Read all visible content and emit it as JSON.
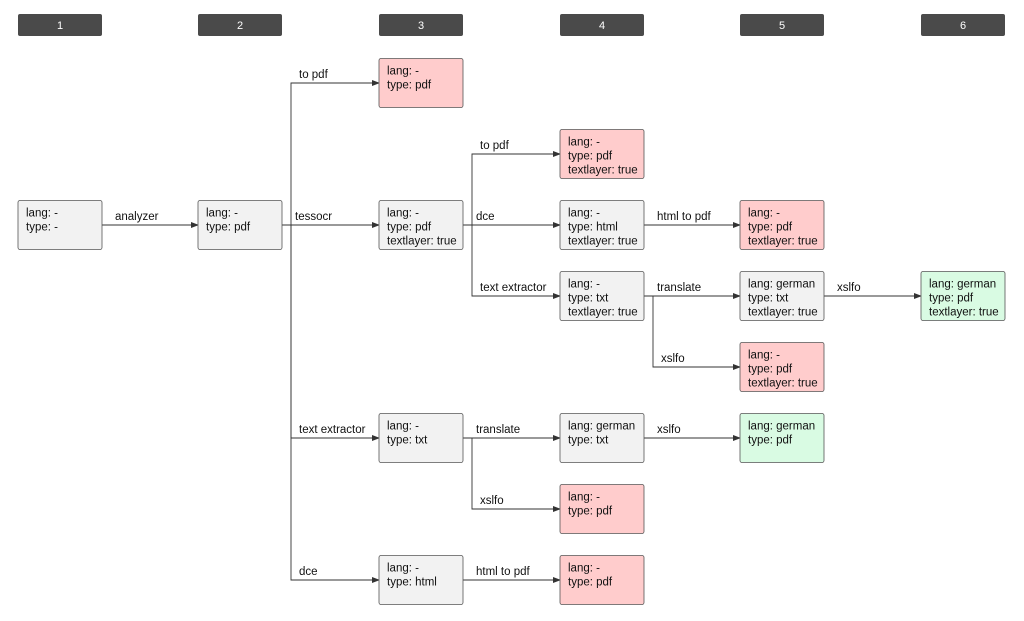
{
  "colors": {
    "header": "#4a4a4a",
    "neutral": "#f2f2f2",
    "fail": "#ffcccc",
    "success": "#d9fbe3"
  },
  "columns": [
    "1",
    "2",
    "3",
    "4",
    "5",
    "6"
  ],
  "nodes": [
    {
      "id": "n1",
      "status": "neutral",
      "lines": [
        "lang: -",
        "type: -"
      ]
    },
    {
      "id": "n2",
      "status": "neutral",
      "lines": [
        "lang: -",
        "type: pdf"
      ]
    },
    {
      "id": "n3a",
      "status": "fail",
      "lines": [
        "lang: -",
        "type: pdf"
      ]
    },
    {
      "id": "n3b",
      "status": "neutral",
      "lines": [
        "lang: -",
        "type: pdf",
        "textlayer: true"
      ]
    },
    {
      "id": "n3c",
      "status": "neutral",
      "lines": [
        "lang: -",
        "type: txt"
      ]
    },
    {
      "id": "n3d",
      "status": "neutral",
      "lines": [
        "lang: -",
        "type: html"
      ]
    },
    {
      "id": "n4a",
      "status": "fail",
      "lines": [
        "lang: -",
        "type: pdf",
        "textlayer: true"
      ]
    },
    {
      "id": "n4b",
      "status": "neutral",
      "lines": [
        "lang: -",
        "type: html",
        "textlayer: true"
      ]
    },
    {
      "id": "n4c",
      "status": "neutral",
      "lines": [
        "lang: -",
        "type: txt",
        "textlayer: true"
      ]
    },
    {
      "id": "n4d",
      "status": "neutral",
      "lines": [
        "lang: german",
        "type: txt"
      ]
    },
    {
      "id": "n4e",
      "status": "fail",
      "lines": [
        "lang: -",
        "type: pdf"
      ]
    },
    {
      "id": "n4f",
      "status": "fail",
      "lines": [
        "lang: -",
        "type: pdf"
      ]
    },
    {
      "id": "n5a",
      "status": "fail",
      "lines": [
        "lang: -",
        "type: pdf",
        "textlayer: true"
      ]
    },
    {
      "id": "n5b",
      "status": "neutral",
      "lines": [
        "lang: german",
        "type: txt",
        "textlayer: true"
      ]
    },
    {
      "id": "n5c",
      "status": "fail",
      "lines": [
        "lang: -",
        "type: pdf",
        "textlayer: true"
      ]
    },
    {
      "id": "n5d",
      "status": "success",
      "lines": [
        "lang: german",
        "type: pdf"
      ]
    },
    {
      "id": "n6a",
      "status": "success",
      "lines": [
        "lang: german",
        "type: pdf",
        "textlayer: true"
      ]
    }
  ],
  "edges": [
    {
      "from": "n1",
      "to": "n2",
      "label": "analyzer"
    },
    {
      "from": "n2",
      "to": "n3a",
      "label": "to pdf"
    },
    {
      "from": "n2",
      "to": "n3b",
      "label": "tessocr"
    },
    {
      "from": "n2",
      "to": "n3c",
      "label": "text extractor"
    },
    {
      "from": "n2",
      "to": "n3d",
      "label": "dce"
    },
    {
      "from": "n3b",
      "to": "n4a",
      "label": "to pdf"
    },
    {
      "from": "n3b",
      "to": "n4b",
      "label": "dce"
    },
    {
      "from": "n3b",
      "to": "n4c",
      "label": "text extractor"
    },
    {
      "from": "n3c",
      "to": "n4d",
      "label": "translate"
    },
    {
      "from": "n3c",
      "to": "n4e",
      "label": "xslfo"
    },
    {
      "from": "n3d",
      "to": "n4f",
      "label": "html to pdf"
    },
    {
      "from": "n4b",
      "to": "n5a",
      "label": "html to pdf"
    },
    {
      "from": "n4c",
      "to": "n5b",
      "label": "translate"
    },
    {
      "from": "n4c",
      "to": "n5c",
      "label": "xslfo"
    },
    {
      "from": "n4d",
      "to": "n5d",
      "label": "xslfo"
    },
    {
      "from": "n5b",
      "to": "n6a",
      "label": "xslfo"
    }
  ]
}
